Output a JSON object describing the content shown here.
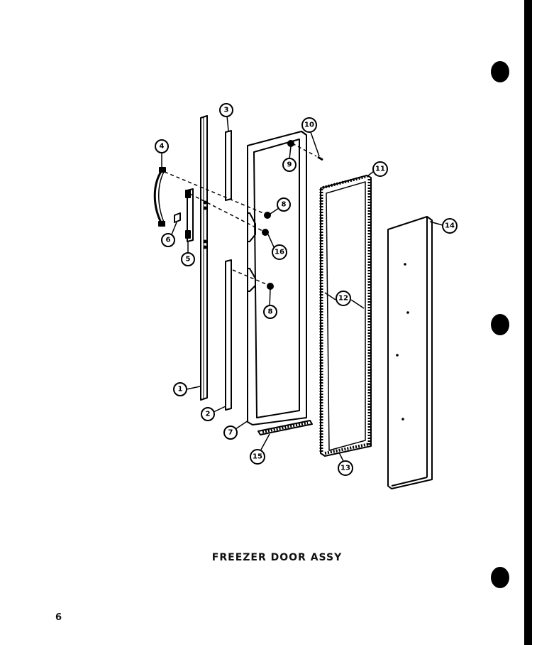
{
  "title": "FREEZER DOOR ASSY",
  "page_number": "6",
  "callouts": [
    "1",
    "2",
    "3",
    "4",
    "5",
    "6",
    "7",
    "8",
    "9",
    "10",
    "11",
    "12",
    "13",
    "14",
    "15",
    "16",
    "8"
  ]
}
